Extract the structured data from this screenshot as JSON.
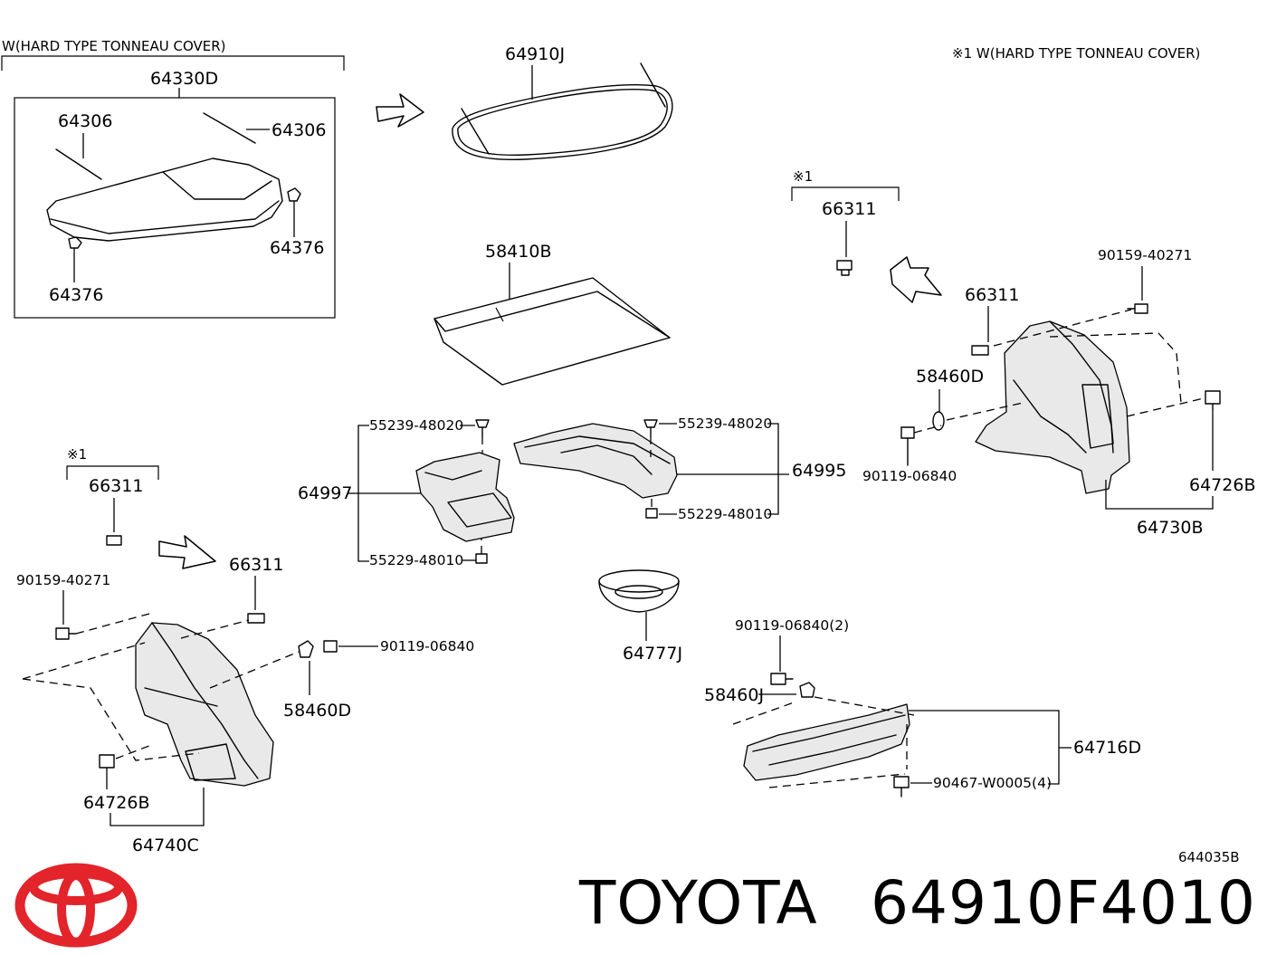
{
  "notes": {
    "top_left": "W(HARD TYPE TONNEAU COVER)",
    "top_right": "※1 W(HARD TYPE TONNEAU COVER)",
    "mark_right": "※1",
    "mark_left": "※1"
  },
  "parts": {
    "p_64330D": "64330D",
    "p_64306_a": "64306",
    "p_64306_b": "64306",
    "p_64376_a": "64376",
    "p_64376_b": "64376",
    "p_64910J": "64910J",
    "p_58410B": "58410B",
    "p_66311_r1": "66311",
    "p_66311_r2": "66311",
    "p_90159_r": "90159-40271",
    "p_58460D_r": "58460D",
    "p_90119_r": "90119-06840",
    "p_64726B_r": "64726B",
    "p_64730B": "64730B",
    "p_55239_a": "55239-48020",
    "p_55239_b": "55239-48020",
    "p_64997": "64997",
    "p_64995": "64995",
    "p_55229_a": "55229-48010",
    "p_55229_b": "55229-48010",
    "p_66311_l1": "66311",
    "p_66311_l2": "66311",
    "p_90159_l": "90159-40271",
    "p_90119_l": "90119-06840",
    "p_58460D_l": "58460D",
    "p_64726B_l": "64726B",
    "p_64740C": "64740C",
    "p_64777J": "64777J",
    "p_90119_bot": "90119-06840(2)",
    "p_58460J": "58460J",
    "p_64716D": "64716D",
    "p_90467": "90467-W0005(4)"
  },
  "diagram_code": "644035B",
  "brand": {
    "name": "TOYOTA",
    "part_number": "64910F4010",
    "logo_color": "#e3242b"
  },
  "icons": {
    "logo": "toyota-logo-icon"
  }
}
